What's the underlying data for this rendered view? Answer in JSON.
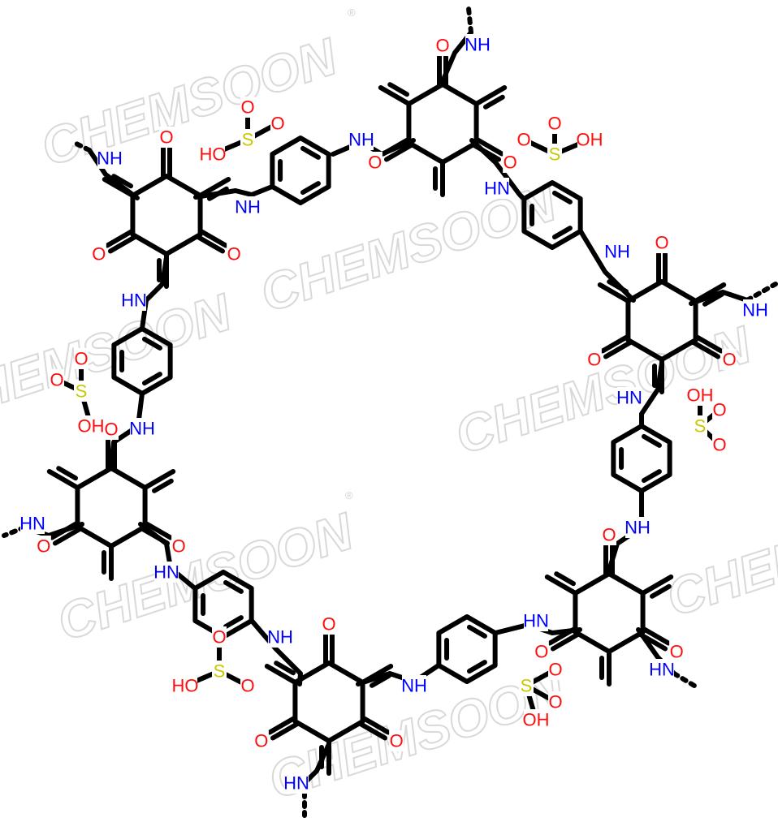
{
  "watermark": {
    "text": "CHEMSOON",
    "mark": "®",
    "color": "#d9d9d9"
  },
  "colors": {
    "bond": "#000000",
    "O": "#ff0d0d",
    "N": "#0000ff",
    "S": "#c8c800"
  },
  "atom_labels": {
    "O": "O",
    "NH": "NH",
    "HN": "HN",
    "N": "N",
    "H": "H",
    "S": "S",
    "OH": "OH",
    "HO": "HO"
  },
  "structure": {
    "repeat_units": 6,
    "core": "triketo-cyclohexane with three exocyclic C=CH–NH links",
    "linker": "aminobenzenesulfonic acid"
  }
}
